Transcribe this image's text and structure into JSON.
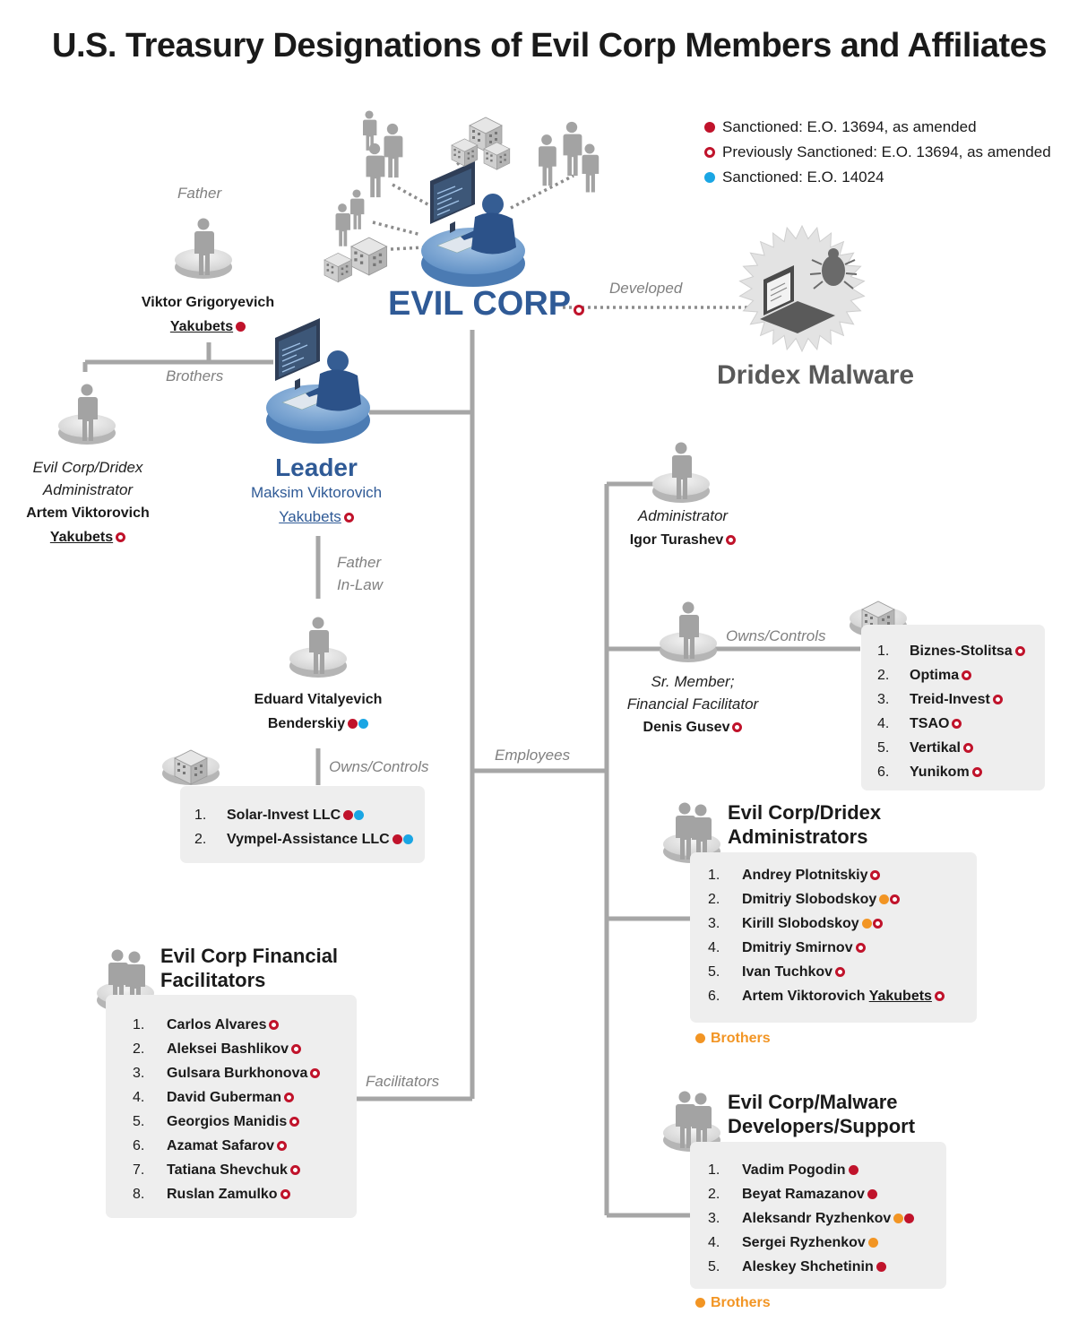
{
  "title": "U.S. Treasury Designations of Evil Corp Members and Affiliates",
  "legend": [
    {
      "marker": "sanctioned",
      "label": "Sanctioned: E.O. 13694, as amended"
    },
    {
      "marker": "previously",
      "label": "Previously Sanctioned: E.O. 13694, as amended"
    },
    {
      "marker": "eo14024",
      "label": "Sanctioned: E.O. 14024"
    }
  ],
  "colors": {
    "sanctioned": "#c0132b",
    "eo14024": "#1aa6e4",
    "brothers": "#f29524",
    "leader": "#2f5a96",
    "line": "#a6a6a6"
  },
  "org": {
    "name": "EVIL CORP",
    "developed_label": "Developed",
    "malware": "Dridex Malware"
  },
  "relations": {
    "father": "Father",
    "brothers": "Brothers",
    "father_in_law_1": "Father",
    "father_in_law_2": "In-Law",
    "owns_controls": "Owns/Controls",
    "employees": "Employees",
    "facilitators": "Facilitators"
  },
  "father": {
    "first": "Viktor Grigoryevich",
    "last": "Yakubets"
  },
  "brother": {
    "role1": "Evil Corp/Dridex",
    "role2": "Administrator",
    "first": "Artem Viktorovich",
    "last": "Yakubets"
  },
  "leader": {
    "role": "Leader",
    "first": "Maksim Viktorovich",
    "last": "Yakubets"
  },
  "father_in_law": {
    "first": "Eduard Vitalyevich",
    "last": "Benderskiy"
  },
  "benderskiy_companies": [
    {
      "num": "1.",
      "name": "Solar-Invest LLC",
      "markers": [
        "sanctioned",
        "eo14024"
      ]
    },
    {
      "num": "2.",
      "name": "Vympel-Assistance LLC",
      "markers": [
        "sanctioned",
        "eo14024"
      ]
    }
  ],
  "administrator": {
    "role": "Administrator",
    "name": "Igor Turashev"
  },
  "sr_member": {
    "role1": "Sr. Member;",
    "role2": "Financial Facilitator",
    "name": "Denis Gusev"
  },
  "gusev_companies": [
    {
      "num": "1.",
      "name": "Biznes-Stolitsa",
      "markers": [
        "previously"
      ]
    },
    {
      "num": "2.",
      "name": "Optima",
      "markers": [
        "previously"
      ]
    },
    {
      "num": "3.",
      "name": "Treid-Invest",
      "markers": [
        "previously"
      ]
    },
    {
      "num": "4.",
      "name": "TSAO",
      "markers": [
        "previously"
      ]
    },
    {
      "num": "5.",
      "name": "Vertikal",
      "markers": [
        "previously"
      ]
    },
    {
      "num": "6.",
      "name": "Yunikom",
      "markers": [
        "previously"
      ]
    }
  ],
  "dridex_admins": {
    "title1": "Evil Corp/Dridex",
    "title2": "Administrators",
    "items": [
      {
        "num": "1.",
        "name": "Andrey Plotnitskiy",
        "markers": [
          "previously"
        ]
      },
      {
        "num": "2.",
        "name": "Dmitriy Slobodskoy",
        "markers": [
          "brothers",
          "previously"
        ]
      },
      {
        "num": "3.",
        "name": "Kirill Slobodskoy",
        "markers": [
          "brothers",
          "previously"
        ]
      },
      {
        "num": "4.",
        "name": "Dmitriy Smirnov",
        "markers": [
          "previously"
        ]
      },
      {
        "num": "5.",
        "name": "Ivan Tuchkov",
        "markers": [
          "previously"
        ]
      },
      {
        "num": "6.",
        "name": "Artem Viktorovich ",
        "underlined": "Yakubets",
        "markers": [
          "previously"
        ]
      }
    ],
    "brothers_label": "Brothers"
  },
  "financial_facilitators": {
    "title1": "Evil Corp Financial",
    "title2": "Facilitators",
    "items": [
      {
        "num": "1.",
        "name": "Carlos Alvares",
        "markers": [
          "previously"
        ]
      },
      {
        "num": "2.",
        "name": "Aleksei Bashlikov",
        "markers": [
          "previously"
        ]
      },
      {
        "num": "3.",
        "name": "Gulsara Burkhonova",
        "markers": [
          "previously"
        ]
      },
      {
        "num": "4.",
        "name": "David Guberman",
        "markers": [
          "previously"
        ]
      },
      {
        "num": "5.",
        "name": "Georgios Manidis",
        "markers": [
          "previously"
        ]
      },
      {
        "num": "6.",
        "name": "Azamat Safarov",
        "markers": [
          "previously"
        ]
      },
      {
        "num": "7.",
        "name": "Tatiana Shevchuk",
        "markers": [
          "previously"
        ]
      },
      {
        "num": "8.",
        "name": "Ruslan Zamulko",
        "markers": [
          "previously"
        ]
      }
    ]
  },
  "malware_devs": {
    "title1": "Evil Corp/Malware",
    "title2": "Developers/Support",
    "items": [
      {
        "num": "1.",
        "name": "Vadim Pogodin",
        "markers": [
          "sanctioned"
        ]
      },
      {
        "num": "2.",
        "name": "Beyat Ramazanov",
        "markers": [
          "sanctioned"
        ]
      },
      {
        "num": "3.",
        "name": "Aleksandr Ryzhenkov",
        "markers": [
          "brothers",
          "sanctioned"
        ]
      },
      {
        "num": "4.",
        "name": "Sergei Ryzhenkov",
        "markers": [
          "brothers"
        ]
      },
      {
        "num": "5.",
        "name": "Aleskey Shchetinin",
        "markers": [
          "sanctioned"
        ]
      }
    ],
    "brothers_label": "Brothers"
  }
}
